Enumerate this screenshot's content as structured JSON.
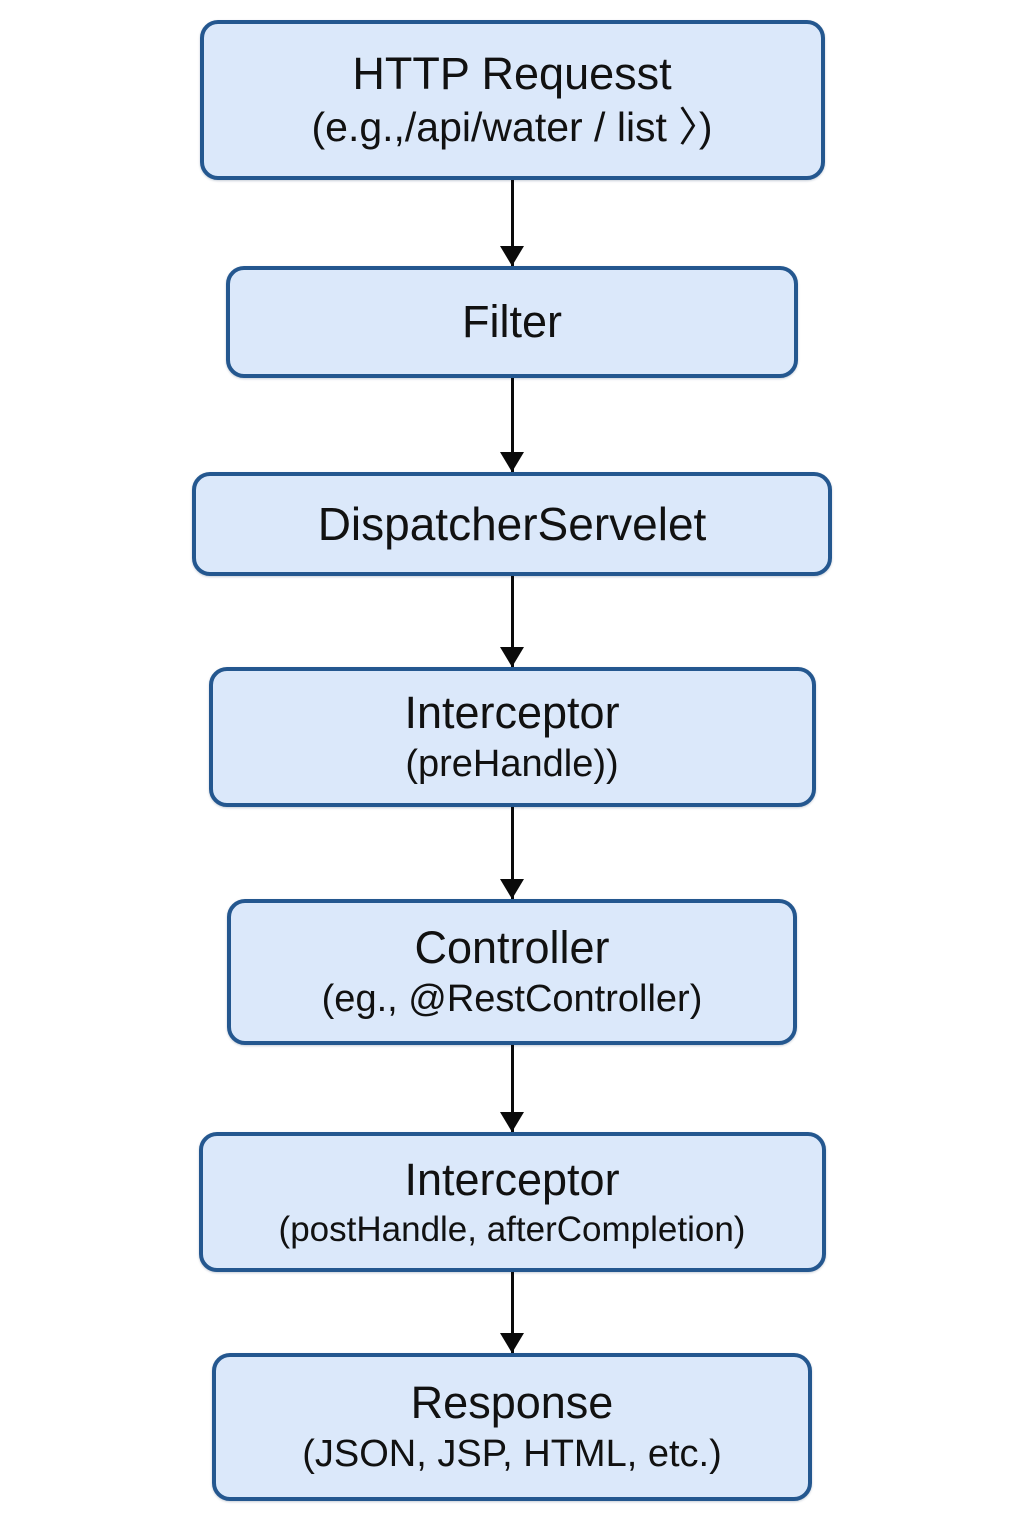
{
  "diagram": {
    "type": "flowchart",
    "direction": "top-to-bottom",
    "colors": {
      "box_fill": "#dbe8fa",
      "box_border": "#24578f",
      "arrow": "#0a0a0a",
      "text": "#111111",
      "background": "#ffffff"
    },
    "nodes": [
      {
        "title": "HTTP Requesst",
        "subtitle": "(e.g.,/api/water / list 〉)"
      },
      {
        "title": "Filter"
      },
      {
        "title": "DispatcherServelet"
      },
      {
        "title": "Interceptor",
        "subtitle": "(preHandle))"
      },
      {
        "title": "Controller",
        "subtitle": "(eg., @RestController)"
      },
      {
        "title": "Interceptor",
        "subtitle": "(postHandle, afterCompletion)"
      },
      {
        "title": "Response",
        "subtitle": "(JSON, JSP, HTML,  etc.)"
      }
    ],
    "edges": [
      {
        "from": 0,
        "to": 1
      },
      {
        "from": 1,
        "to": 2
      },
      {
        "from": 2,
        "to": 3
      },
      {
        "from": 3,
        "to": 4
      },
      {
        "from": 4,
        "to": 5
      },
      {
        "from": 5,
        "to": 6
      }
    ]
  }
}
